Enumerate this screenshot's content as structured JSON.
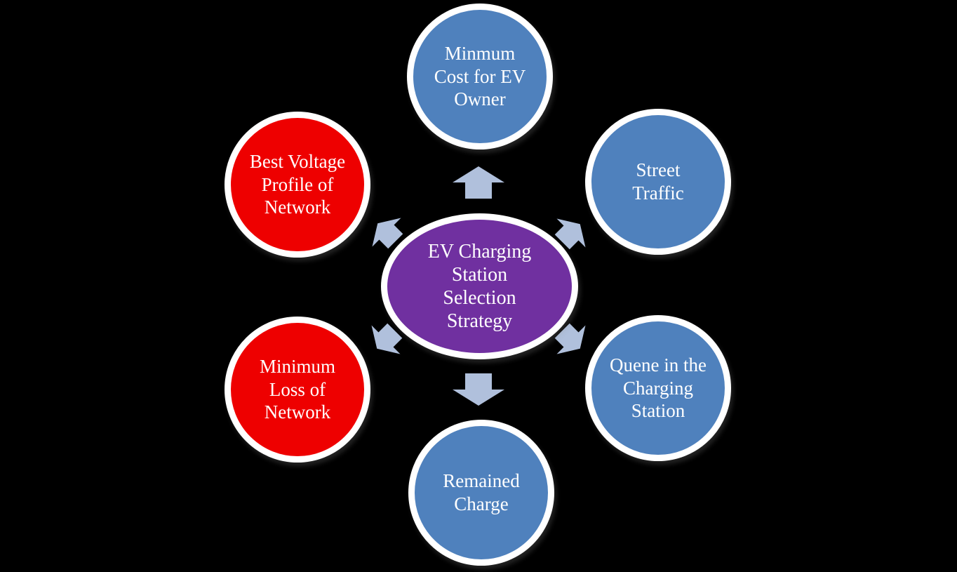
{
  "colors": {
    "background": "#000000",
    "blue_node": "#4F81BD",
    "red_node": "#EE0000",
    "center_node": "#7030A0",
    "node_ring": "#FFFFFF",
    "arrow": "#B0C0DC",
    "text": "#FFFFFF"
  },
  "diagram": {
    "center": {
      "label": "EV Charging\nStation\nSelection\nStrategy",
      "color": "#7030A0"
    },
    "nodes": [
      {
        "id": "min-cost",
        "label": "Minmum\nCost for EV\nOwner",
        "color": "#4F81BD",
        "position": "top"
      },
      {
        "id": "street-traffic",
        "label": "Street\nTraffic",
        "color": "#4F81BD",
        "position": "top-right"
      },
      {
        "id": "queue-station",
        "label": "Quene in the\nCharging\nStation",
        "color": "#4F81BD",
        "position": "bottom-right"
      },
      {
        "id": "remained-charge",
        "label": "Remained\nCharge",
        "color": "#4F81BD",
        "position": "bottom"
      },
      {
        "id": "min-loss",
        "label": "Minimum\nLoss of\nNetwork",
        "color": "#EE0000",
        "position": "bottom-left"
      },
      {
        "id": "best-voltage",
        "label": "Best Voltage\nProfile of\nNetwork",
        "color": "#EE0000",
        "position": "top-left"
      }
    ],
    "arrows": [
      {
        "direction": "up"
      },
      {
        "direction": "up-right"
      },
      {
        "direction": "down-right"
      },
      {
        "direction": "down"
      },
      {
        "direction": "down-left"
      },
      {
        "direction": "up-left"
      }
    ]
  }
}
